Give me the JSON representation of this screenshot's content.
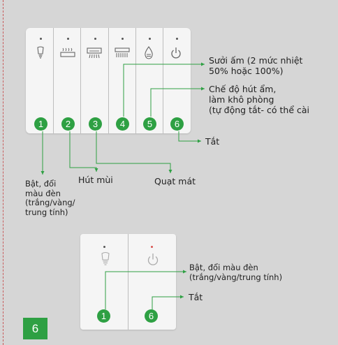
{
  "panel": {
    "buttons": [
      {
        "icon": "bulb-icon",
        "number": "1"
      },
      {
        "icon": "heater-icon",
        "number": "2"
      },
      {
        "icon": "air-fan-icon",
        "number": "3"
      },
      {
        "icon": "heating-lamp-icon",
        "number": "4"
      },
      {
        "icon": "dehumidify-drop-icon",
        "number": "5"
      },
      {
        "icon": "power-icon",
        "number": "6"
      }
    ]
  },
  "callouts": {
    "heating": [
      "Sưởi ấm (2 mức nhiệt",
      "50% hoặc 100%)"
    ],
    "dehumidify": [
      "Chế độ hút ẩm,",
      "làm khô phòng",
      "(tự động tắt- có thể cài"
    ],
    "off": "Tắt",
    "light": [
      "Bật, đổi",
      "màu đèn",
      "(trắng/vàng/",
      "trung tính)"
    ],
    "exhaust": "Hút mùi",
    "fan": "Quạt mát"
  },
  "small_panel": {
    "buttons": [
      {
        "icon": "bulb-icon",
        "number": "1"
      },
      {
        "icon": "power-icon",
        "number": "6"
      }
    ],
    "callouts": {
      "light": [
        "Bật, đổi màu đèn",
        "(trắng/vàng/trung tính)"
      ],
      "off": "Tắt"
    }
  },
  "page_number": "6",
  "colors": {
    "background": "#d6d6d6",
    "panel": "#f5f5f5",
    "accent_green": "#2ea043",
    "line_green": "#2ea043",
    "power_led": "#d9534f"
  }
}
